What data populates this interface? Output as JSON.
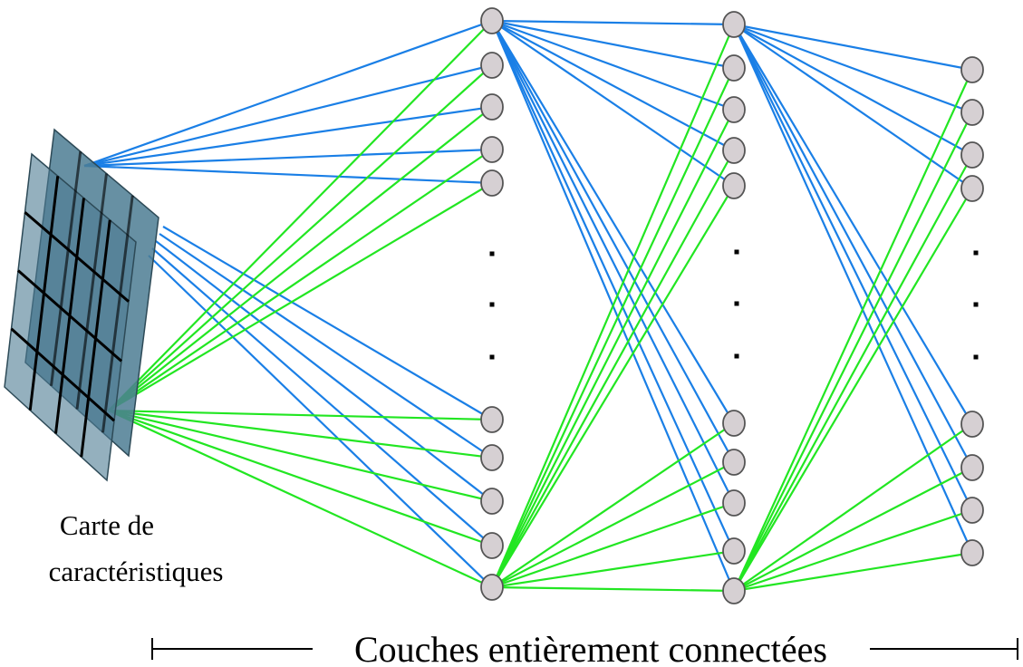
{
  "feature_map_label": {
    "line1": "Carte de",
    "line2": "caractéristiques"
  },
  "fc_label": "Couches entièrement connectées",
  "layers": [
    {
      "name": "fully-connected-layer-1",
      "visible_nodes": 10,
      "ellipsis": "…"
    },
    {
      "name": "fully-connected-layer-2",
      "visible_nodes": 10,
      "ellipsis": "…"
    },
    {
      "name": "fully-connected-layer-3",
      "visible_nodes": 8,
      "ellipsis": "…"
    }
  ],
  "colors": {
    "feature_map_fill": "#4c7c93",
    "feature_map_grid": "#000000",
    "blue_edge": "#1a7fe6",
    "green_edge": "#22e622",
    "node_fill": "#d6d0d3",
    "node_stroke": "#555555",
    "text": "#000000"
  }
}
